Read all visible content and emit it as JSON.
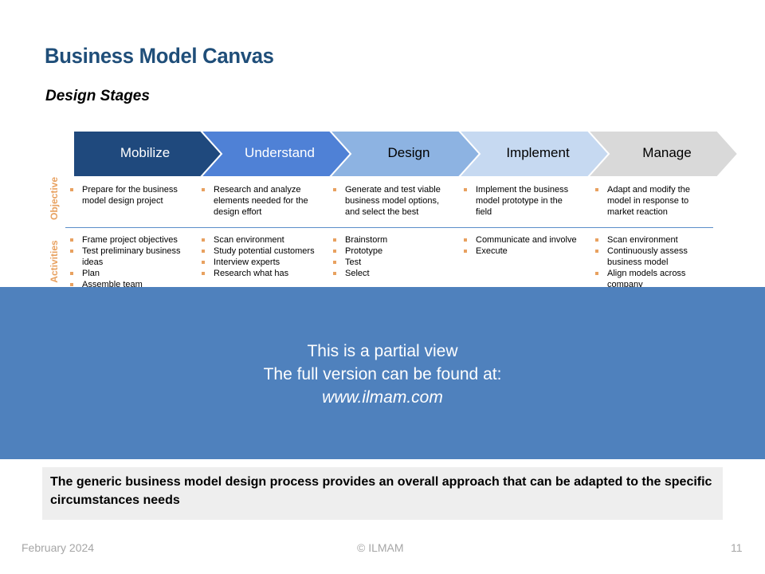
{
  "title": "Business Model Canvas",
  "subtitle": "Design Stages",
  "row_labels": {
    "objective": "Objective",
    "activities": "Activities"
  },
  "stages": [
    {
      "label": "Mobilize",
      "fill": "#1f497d",
      "text_color": "#ffffff",
      "objective": [
        "Prepare for the business model design project"
      ],
      "activities": [
        "Frame project objectives",
        "Test preliminary business ideas",
        "Plan",
        "Assemble team"
      ]
    },
    {
      "label": "Understand",
      "fill": "#4f81d6",
      "text_color": "#ffffff",
      "objective": [
        "Research and analyze elements needed for the design effort"
      ],
      "activities": [
        "Scan environment",
        "Study potential customers",
        "Interview experts",
        "Research what has"
      ]
    },
    {
      "label": "Design",
      "fill": "#8db3e2",
      "text_color": "#000000",
      "objective": [
        "Generate and test viable business model options, and select the best"
      ],
      "activities": [
        "Brainstorm",
        "Prototype",
        "Test",
        "Select"
      ]
    },
    {
      "label": "Implement",
      "fill": "#c6d9f1",
      "text_color": "#000000",
      "objective": [
        "Implement the business model prototype in the field"
      ],
      "activities": [
        "Communicate and involve",
        "Execute"
      ]
    },
    {
      "label": "Manage",
      "fill": "#d9d9d9",
      "text_color": "#000000",
      "objective": [
        "Adapt and modify the model in response to market reaction"
      ],
      "activities": [
        "Scan environment",
        "Continuously assess business model",
        "Align models across company"
      ]
    }
  ],
  "overlay": {
    "line1": "This is a partial view",
    "line2": "The full version can be found at:",
    "line3": "www.ilmam.com"
  },
  "note": "The generic business model design process provides an overall approach that can be adapted to the specific circumstances needs",
  "footer": {
    "date": "February 2024",
    "copyright": "© ILMAM",
    "page": "11"
  }
}
